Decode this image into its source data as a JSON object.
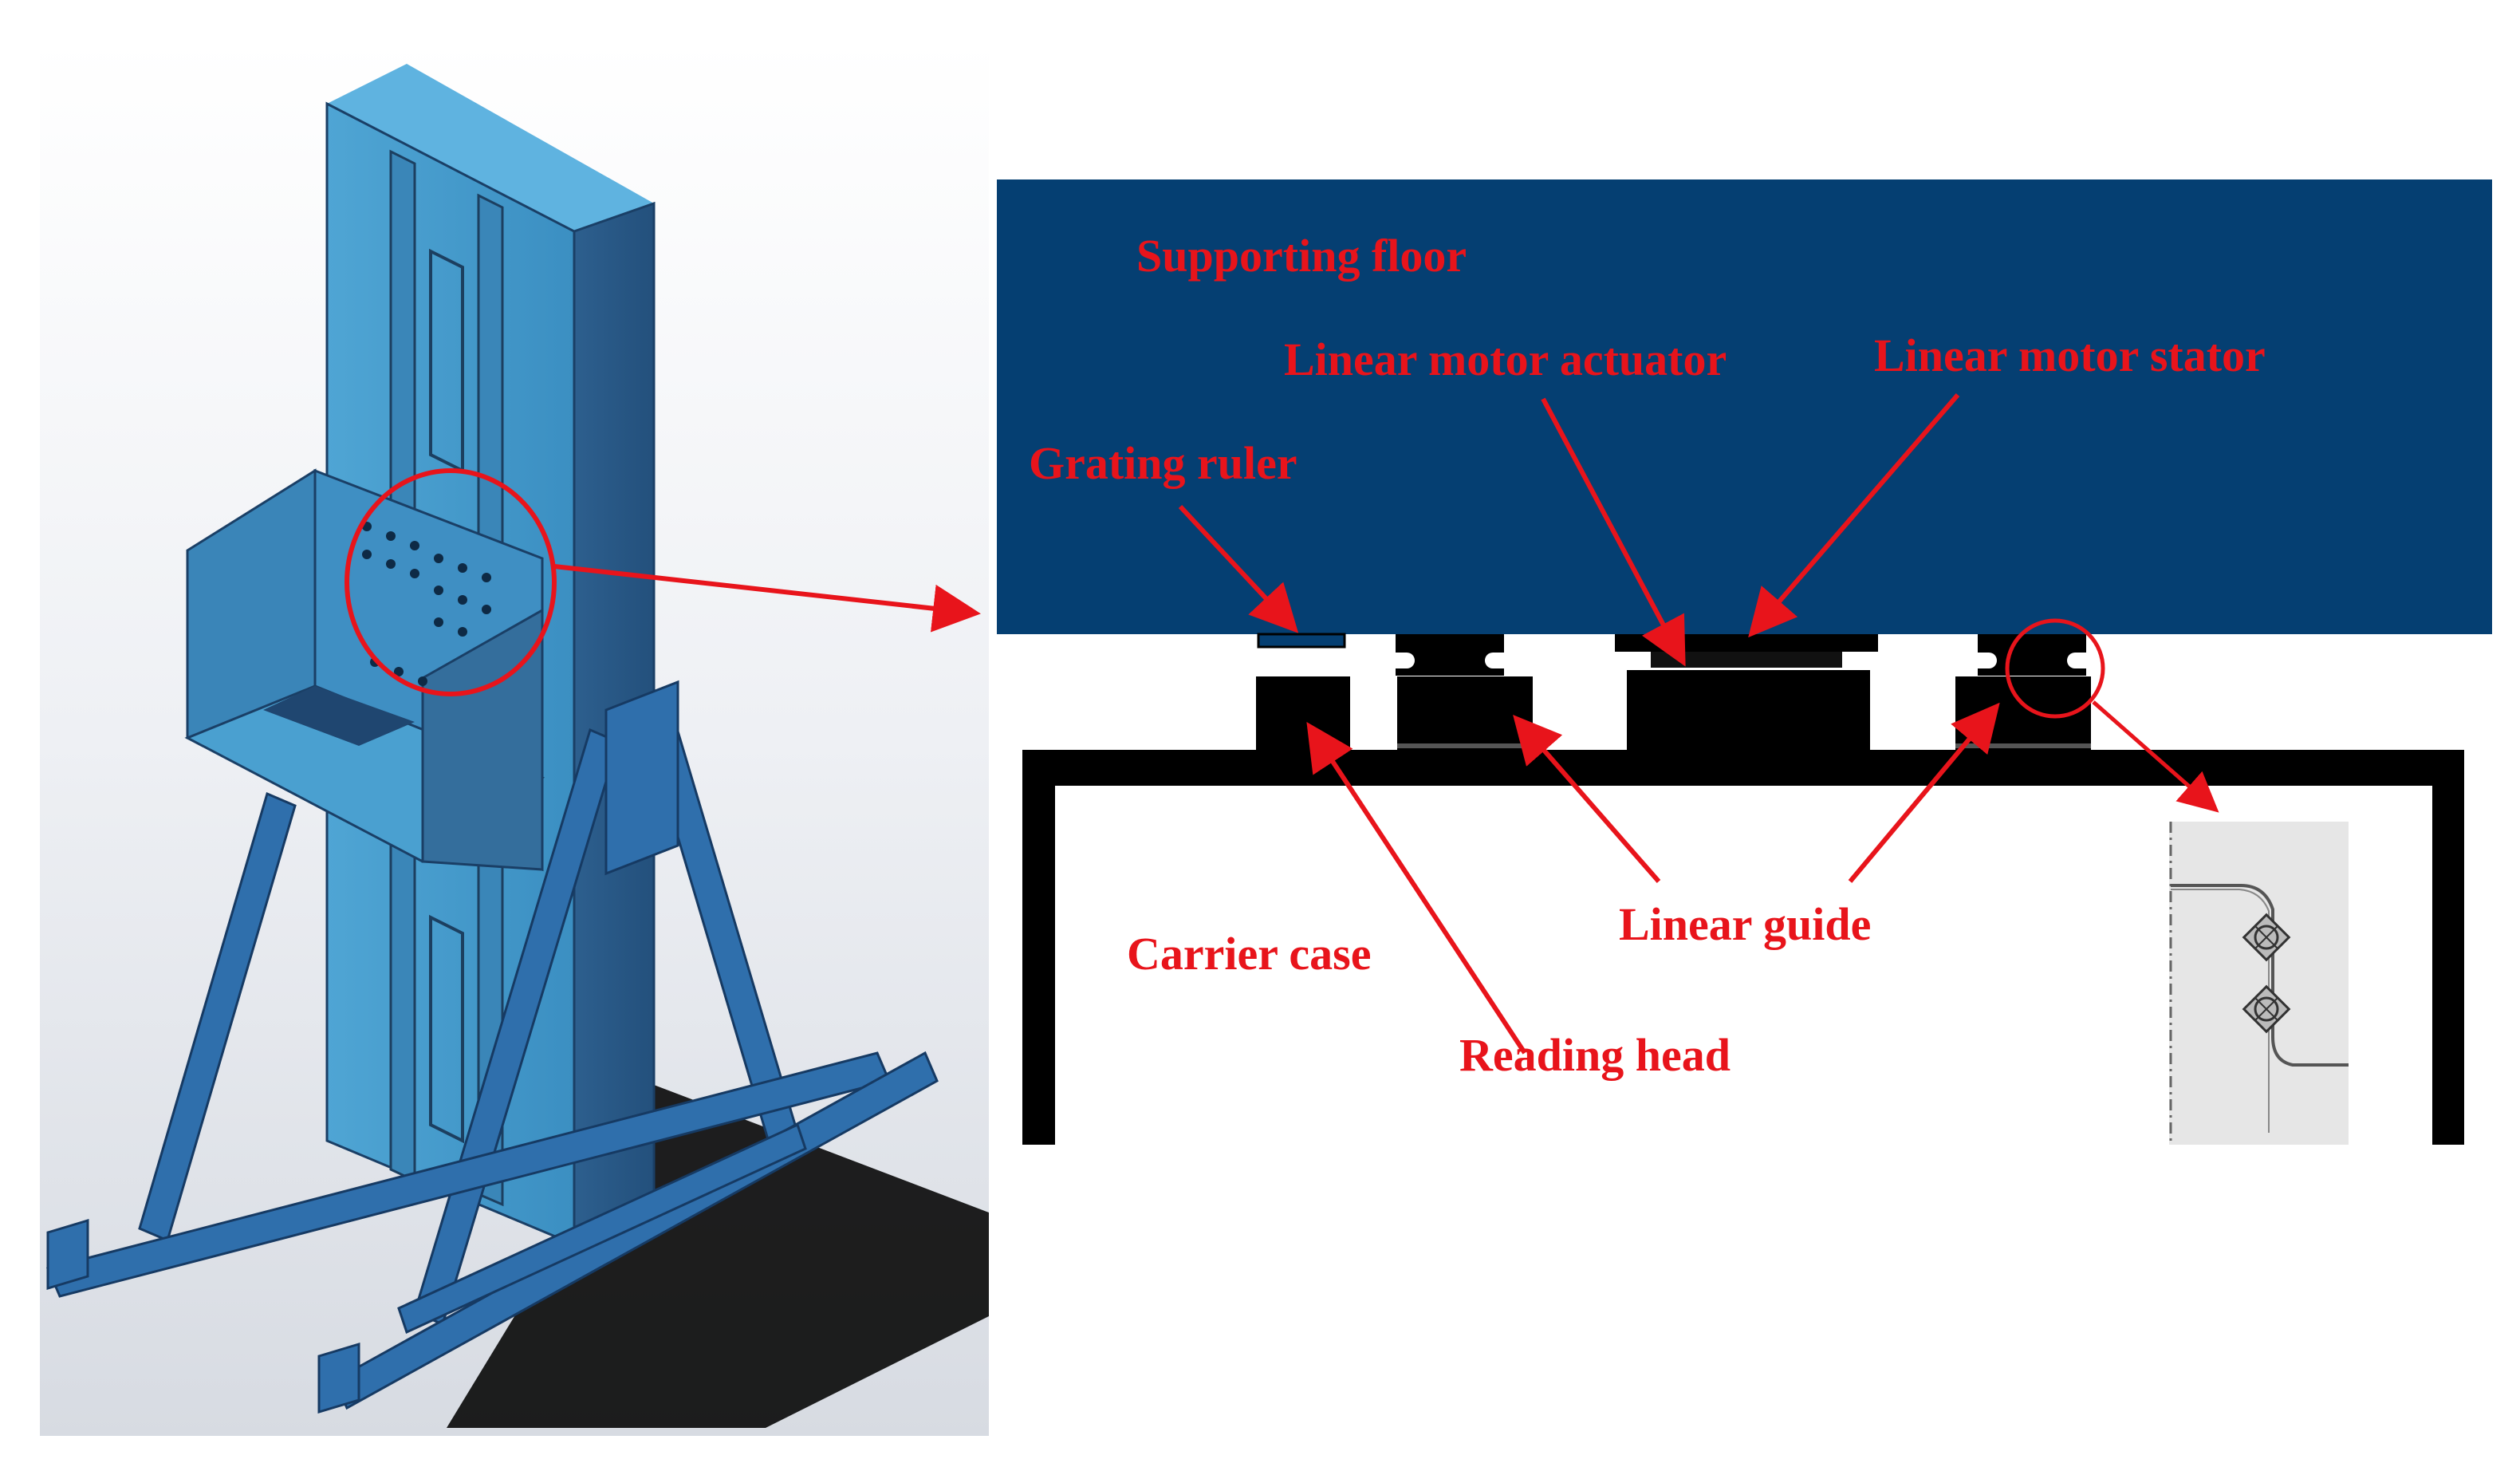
{
  "colors": {
    "frame_blue": "#3b93c7",
    "frame_shadow": "#2a5a86",
    "tube_blue": "#2e6eae",
    "tube_dark": "#1f4a7d",
    "floor_blue": "#053f72",
    "outline_black": "#000000",
    "annotation_red": "#e8141b",
    "inset_gray": "#e6e6e6"
  },
  "icons": {
    "render": "lifting-frame-3d-render",
    "callout": "red-circle-callout",
    "arrow": "red-arrow",
    "bearing": "bearing-ball-icon"
  },
  "labels": {
    "supporting_floor": "Supporting floor",
    "linear_motor_actuator": "Linear motor actuator",
    "linear_motor_stator": "Linear motor stator",
    "grating_ruler": "Grating ruler",
    "carrier_case": "Carrier case",
    "linear_guide": "Linear guide",
    "reading_head": "Reading head"
  }
}
